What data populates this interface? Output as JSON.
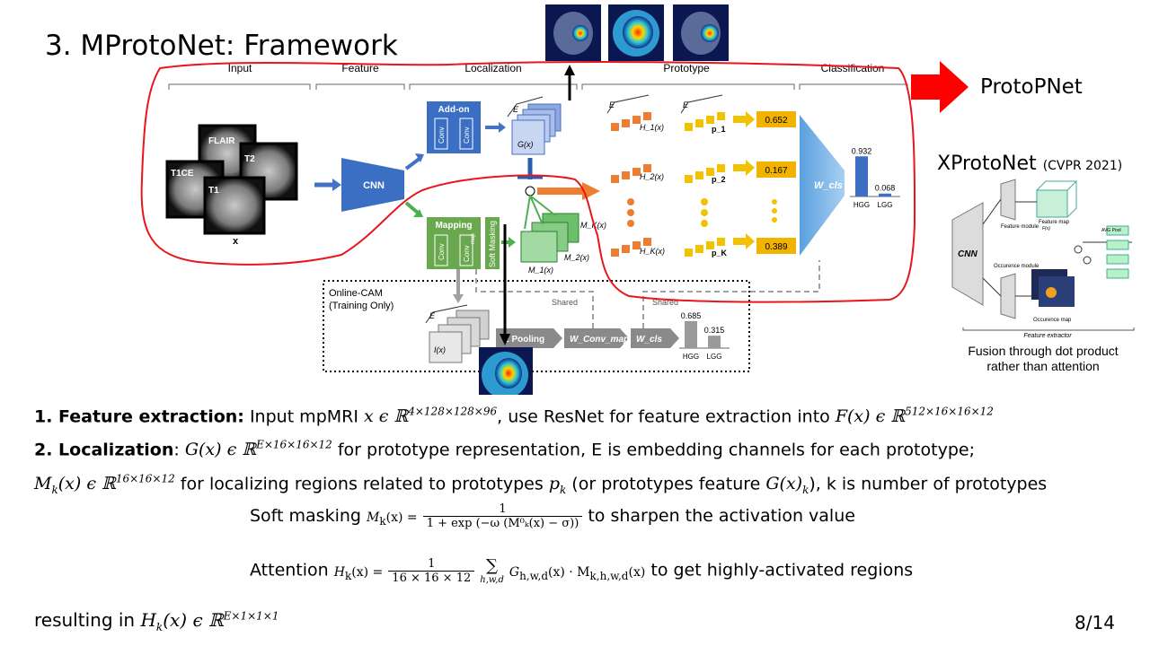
{
  "slide": {
    "title": "3. MProtoNet: Framework",
    "page": "8/14",
    "protopnet_label": "ProtoPNet",
    "xprotonet_label": "XProtoNet",
    "xprotonet_venue": "(CVPR 2021)",
    "fusion_note_1": "Fusion through dot product",
    "fusion_note_2": "rather than attention"
  },
  "diagram": {
    "stages": [
      "Input",
      "Feature",
      "Localization",
      "Prototype",
      "Classification"
    ],
    "modalities": [
      "FLAIR",
      "T2",
      "T1CE",
      "T1"
    ],
    "input_var": "x",
    "cnn": "CNN",
    "addon": "Add-on",
    "conv": "Conv",
    "mapping": "Mapping",
    "conv_map": "Conv",
    "conv_map_sub": "map",
    "soft_masking": "Soft Masking",
    "g": "G(x)",
    "e": "E",
    "m_labels": [
      "M_K(x)",
      "M_2(x)",
      "M_1(x)"
    ],
    "h_labels": [
      "H_1(x)",
      "H_2(x)",
      "H_K(x)"
    ],
    "p_labels": [
      "p_1",
      "p_2",
      "p_K"
    ],
    "scores": [
      "0.652",
      "0.167",
      "0.389"
    ],
    "wcls": "W_cls",
    "online_cam": "Online-CAM",
    "training_only": "(Training Only)",
    "shared": "Shared",
    "i_label": "I(x)",
    "pooling": "E Pooling",
    "w_conv_map": "W_Conv_map",
    "w_cls2": "W_cls",
    "xp_cnn": "CNN",
    "xp_feature_module": "Feature module",
    "xp_feature_map": "Feature map",
    "xp_fx": "F(x)",
    "xp_avg_pool": "AVG Pool",
    "xp_occurence_module": "Occurence module",
    "xp_occurence_map": "Occurence map",
    "xp_feature_extractor": "Feature extractor"
  },
  "chart_data": [
    {
      "type": "bar",
      "categories": [
        "HGG",
        "LGG"
      ],
      "values": [
        0.932,
        0.068
      ]
    },
    {
      "type": "bar",
      "categories": [
        "HGG",
        "LGG"
      ],
      "values": [
        0.685,
        0.315
      ]
    }
  ],
  "text": {
    "l1_bold": "1. Feature extraction:",
    "l1_a": " Input mpMRI ",
    "l1_m1": "x ϵ ℝ",
    "l1_m1_sup": "4×128×128×96",
    "l1_b": ", use ResNet for feature extraction into ",
    "l1_m2": "F(x) ϵ ℝ",
    "l1_m2_sup": "512×16×16×12",
    "l2_bold": "2. Localization",
    "l2_a": ": ",
    "l2_m1": "G(x) ϵ ℝ",
    "l2_m1_sup": "E×16×16×12",
    "l2_b": " for prototype representation, E is embedding channels for each prototype;",
    "l3_m1": "M",
    "l3_m1_sub": "k",
    "l3_m1b": "(x) ϵ ℝ",
    "l3_m1_sup": "16×16×12",
    "l3_a": " for localizing regions related to prototypes ",
    "l3_m2": "p",
    "l3_m2_sub": "k",
    "l3_b": " (or prototypes feature ",
    "l3_m3": "G(x)",
    "l3_m3_sub": "k",
    "l3_c": "), k is number of prototypes",
    "soft_label": "Soft masking",
    "soft_lhs": "M",
    "soft_lhs_sub": "k",
    "soft_lhs_b": "(x) =",
    "soft_num": "1",
    "soft_den": "1 + exp (−ω (M⁰ₖ(x) − σ))",
    "soft_desc": "to sharpen the activation value",
    "att_label": "Attention",
    "att_lhs": "H",
    "att_lhs_sub": "k",
    "att_lhs_b": "(x) =",
    "att_num": "1",
    "att_den": "16 × 16 × 12",
    "att_sum": "∑",
    "att_sum_sub": "h,w,d",
    "att_rhs": "G",
    "att_rhs_sub": "h,w,d",
    "att_rhs_b": "(x) · M",
    "att_rhs_sub2": "k,h,w,d",
    "att_rhs_c": "(x)",
    "att_desc": "to get highly-activated regions",
    "res_a": "resulting in ",
    "res_m": "H",
    "res_m_sub": "k",
    "res_m_b": "(x) ϵ ℝ",
    "res_m_sup": "E×1×1×1"
  }
}
